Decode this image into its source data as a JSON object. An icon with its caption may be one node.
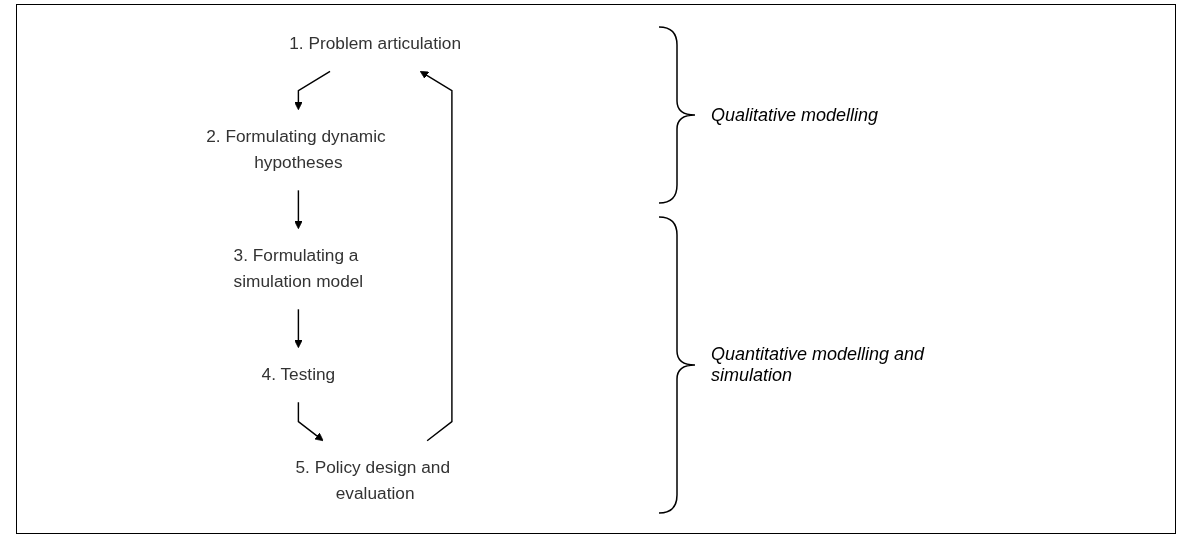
{
  "diagram": {
    "nodes": [
      {
        "text": [
          "1. Problem articulation"
        ]
      },
      {
        "text": [
          "2. Formulating dynamic hypotheses"
        ]
      },
      {
        "text": [
          "3. Formulating a simulation model"
        ]
      },
      {
        "text": [
          "4. Testing"
        ]
      },
      {
        "text": [
          "5. Policy design and evaluation"
        ]
      }
    ],
    "edges": [
      {
        "from": 0,
        "to": 1,
        "arrow": "to"
      },
      {
        "from": 1,
        "to": 2,
        "arrow": "to"
      },
      {
        "from": 2,
        "to": 3,
        "arrow": "to"
      },
      {
        "from": 3,
        "to": 4,
        "arrow": "to"
      },
      {
        "from": 4,
        "to": 0,
        "arrow": "to"
      }
    ],
    "labels": [
      "Qualitative modelling",
      "Quantitative modelling and simulation"
    ]
  }
}
